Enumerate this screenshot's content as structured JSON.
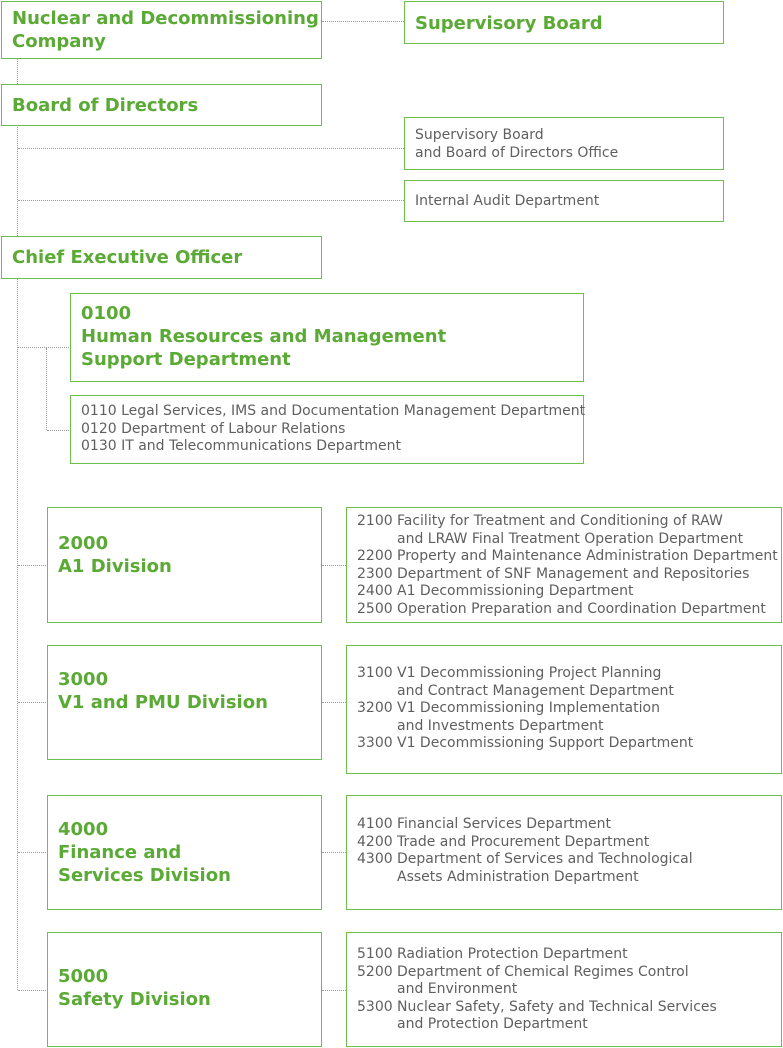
{
  "top": {
    "company": [
      "Nuclear and Decommissioning",
      "Company"
    ],
    "supervisory_board": "Supervisory Board",
    "board_of_directors": "Board of Directors",
    "office": [
      "Supervisory Board",
      "and Board of Directors Office"
    ],
    "internal_audit": "Internal Audit Department",
    "ceo": "Chief Executive Officer"
  },
  "hr": {
    "code": "0100",
    "name": [
      "Human Resources and Management",
      "Support Department"
    ],
    "subs": [
      "0110 Legal Services, IMS and Documentation Management Department",
      "0120 Department of Labour Relations",
      "0130 IT and Telecommunications Department"
    ]
  },
  "divisions": [
    {
      "code": "2000",
      "name": [
        "A1 Division"
      ],
      "departments": [
        {
          "code": "2100",
          "lines": [
            "Facility for Treatment and Conditioning of RAW",
            "and LRAW Final Treatment Operation Department"
          ]
        },
        {
          "code": "2200",
          "lines": [
            "Property and Maintenance Administration Department"
          ]
        },
        {
          "code": "2300",
          "lines": [
            "Department of SNF Management and Repositories"
          ]
        },
        {
          "code": "2400",
          "lines": [
            "A1 Decommissioning Department"
          ]
        },
        {
          "code": "2500",
          "lines": [
            "Operation Preparation and Coordination Department"
          ]
        }
      ]
    },
    {
      "code": "3000",
      "name": [
        "V1 and PMU Division"
      ],
      "departments": [
        {
          "code": "3100",
          "lines": [
            "V1 Decommissioning Project Planning",
            "and Contract Management Department"
          ]
        },
        {
          "code": "3200",
          "lines": [
            "V1 Decommissioning Implementation",
            "and Investments Department"
          ]
        },
        {
          "code": "3300",
          "lines": [
            "V1 Decommissioning Support Department"
          ]
        }
      ]
    },
    {
      "code": "4000",
      "name": [
        "Finance and",
        "Services Division"
      ],
      "departments": [
        {
          "code": "4100",
          "lines": [
            "Financial Services Department"
          ]
        },
        {
          "code": "4200",
          "lines": [
            "Trade and Procurement Department"
          ]
        },
        {
          "code": "4300",
          "lines": [
            "Department of Services and Technological",
            "Assets Administration Department"
          ]
        }
      ]
    },
    {
      "code": "5000",
      "name": [
        "Safety Division"
      ],
      "departments": [
        {
          "code": "5100",
          "lines": [
            "Radiation Protection Department"
          ]
        },
        {
          "code": "5200",
          "lines": [
            "Department of Chemical Regimes Control",
            "and Environment"
          ]
        },
        {
          "code": "5300",
          "lines": [
            "Nuclear Safety, Safety and Technical Services",
            "and Protection Department"
          ]
        }
      ]
    }
  ]
}
